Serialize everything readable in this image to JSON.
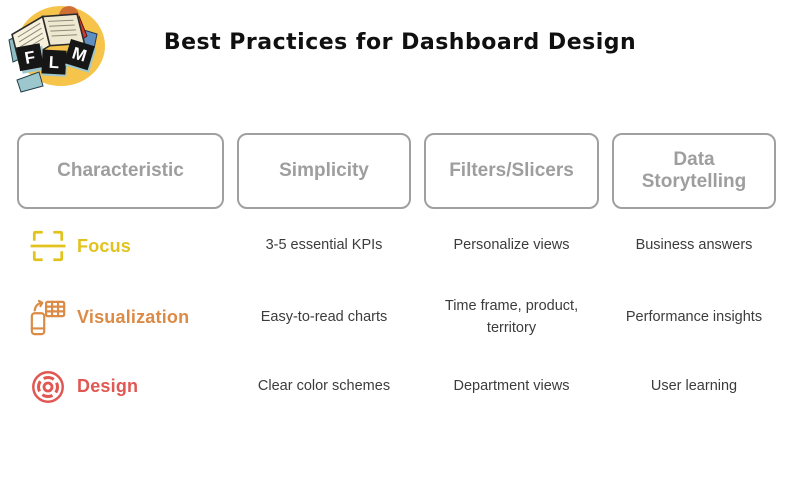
{
  "logo": {
    "letters": [
      "F",
      "L",
      "M"
    ],
    "description": "child-reading-book-logo",
    "blob_color": "#F6C44B",
    "tile_color": "#161616",
    "tile_letter_color": "#FFFFFF"
  },
  "title": "Best Practices for Dashboard Design",
  "table": {
    "columns": [
      "Characteristic",
      "Simplicity",
      "Filters/Slicers",
      "Data Storytelling"
    ],
    "rows": [
      {
        "label": "Focus",
        "icon": "focus-frame-icon",
        "color": "#E2C31E",
        "cells": [
          "3-5 essential KPIs",
          "Personalize views",
          "Business answers"
        ]
      },
      {
        "label": "Visualization",
        "icon": "device-to-table-icon",
        "color": "#DB8B45",
        "cells": [
          "Easy-to-read charts",
          "Time frame, product, territory",
          "Performance insights"
        ]
      },
      {
        "label": "Design",
        "icon": "circular-maze-icon",
        "color": "#E15752",
        "cells": [
          "Clear color schemes",
          "Department views",
          "User learning"
        ]
      }
    ]
  },
  "colors": {
    "header_gray": "#9E9E9E",
    "cell_text": "#3C3C3C",
    "title_black": "#101010",
    "focus_yellow": "#E2C31E",
    "visualization_orange": "#DB8B45",
    "design_red": "#E15752"
  }
}
